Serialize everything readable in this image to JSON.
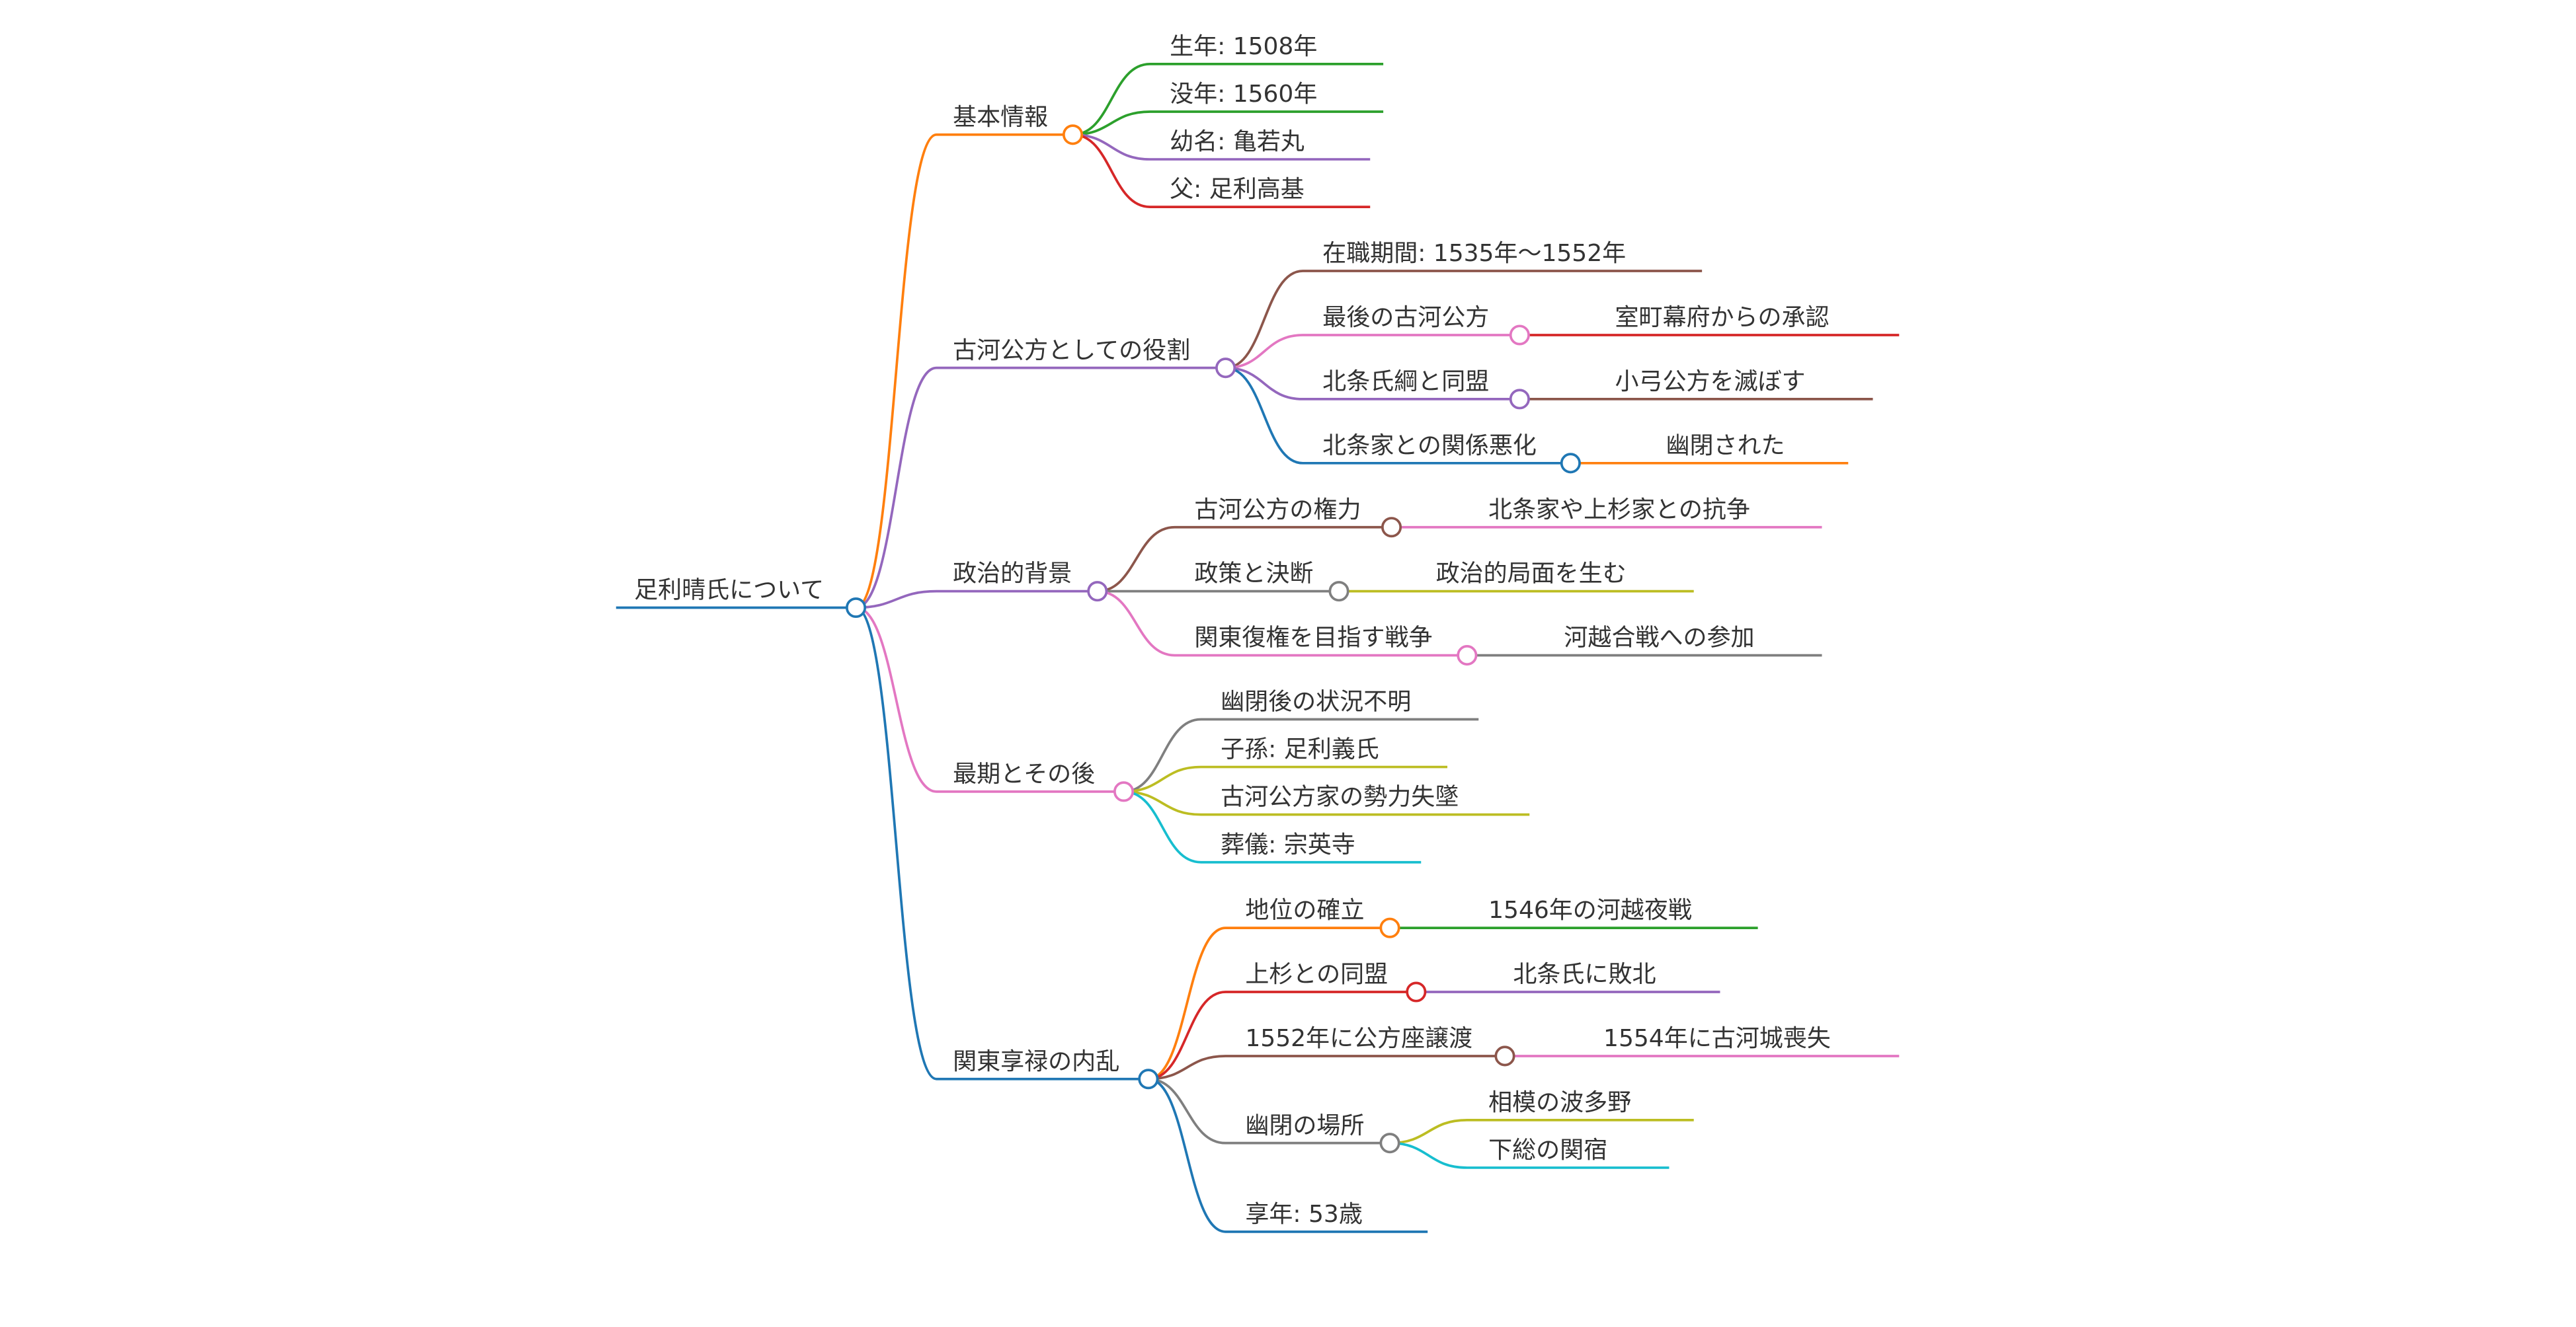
{
  "root": {
    "label": "足利晴氏について",
    "color": "#1f77b4",
    "children": [
      {
        "label": "基本情報",
        "color": "#ff7f0e",
        "children": [
          {
            "label": "生年: 1508年",
            "color": "#2ca02c"
          },
          {
            "label": "没年: 1560年",
            "color": "#2ca02c"
          },
          {
            "label": "幼名: 亀若丸",
            "color": "#9467bd"
          },
          {
            "label": "父: 足利高基",
            "color": "#d62728"
          }
        ]
      },
      {
        "label": "古河公方としての役割",
        "color": "#9467bd",
        "children": [
          {
            "label": "在職期間: 1535年～1552年",
            "color": "#8c564b"
          },
          {
            "label": "最後の古河公方",
            "color": "#e377c2",
            "children": [
              {
                "label": "室町幕府からの承認",
                "color": "#d62728"
              }
            ]
          },
          {
            "label": "北条氏綱と同盟",
            "color": "#9467bd",
            "children": [
              {
                "label": "小弓公方を滅ぼす",
                "color": "#8c564b"
              }
            ]
          },
          {
            "label": "北条家との関係悪化",
            "color": "#1f77b4",
            "children": [
              {
                "label": "幽閉された",
                "color": "#ff7f0e"
              }
            ]
          }
        ]
      },
      {
        "label": "政治的背景",
        "color": "#9467bd",
        "children": [
          {
            "label": "古河公方の権力",
            "color": "#8c564b",
            "children": [
              {
                "label": "北条家や上杉家との抗争",
                "color": "#e377c2"
              }
            ]
          },
          {
            "label": "政策と決断",
            "color": "#7f7f7f",
            "children": [
              {
                "label": "政治的局面を生む",
                "color": "#bcbd22"
              }
            ]
          },
          {
            "label": "関東復権を目指す戦争",
            "color": "#e377c2",
            "children": [
              {
                "label": "河越合戦への参加",
                "color": "#7f7f7f"
              }
            ]
          }
        ]
      },
      {
        "label": "最期とその後",
        "color": "#e377c2",
        "children": [
          {
            "label": "幽閉後の状況不明",
            "color": "#7f7f7f"
          },
          {
            "label": "子孫: 足利義氏",
            "color": "#bcbd22"
          },
          {
            "label": "古河公方家の勢力失墜",
            "color": "#bcbd22"
          },
          {
            "label": "葬儀: 宗英寺",
            "color": "#17becf"
          }
        ]
      },
      {
        "label": "関東享禄の内乱",
        "color": "#1f77b4",
        "children": [
          {
            "label": "地位の確立",
            "color": "#ff7f0e",
            "children": [
              {
                "label": "1546年の河越夜戦",
                "color": "#2ca02c"
              }
            ]
          },
          {
            "label": "上杉との同盟",
            "color": "#d62728",
            "children": [
              {
                "label": "北条氏に敗北",
                "color": "#9467bd"
              }
            ]
          },
          {
            "label": "1552年に公方座譲渡",
            "color": "#8c564b",
            "children": [
              {
                "label": "1554年に古河城喪失",
                "color": "#e377c2"
              }
            ]
          },
          {
            "label": "幽閉の場所",
            "color": "#7f7f7f",
            "children": [
              {
                "label": "相模の波多野",
                "color": "#bcbd22"
              },
              {
                "label": "下総の関宿",
                "color": "#17becf"
              }
            ]
          },
          {
            "label": "享年: 53歳",
            "color": "#1f77b4"
          }
        ]
      }
    ]
  }
}
